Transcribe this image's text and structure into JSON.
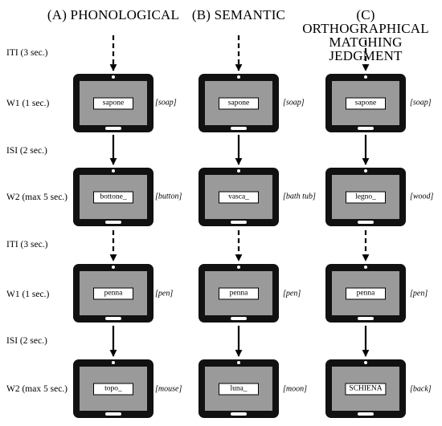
{
  "columns": [
    {
      "title_line1": "(A) PHONOLOGICAL",
      "title_line2": ""
    },
    {
      "title_line1": "(B) SEMANTIC",
      "title_line2": ""
    },
    {
      "title_line1": "(C) ORTHOGRAPHICAL",
      "title_line2": "MATCHING JEDGMENT"
    }
  ],
  "row_labels": {
    "iti1": "ITI (3 sec.)",
    "w1a": "W1 (1 sec.)",
    "isi1": "ISI (2 sec.)",
    "w2a": "W2 (max 5 sec.)",
    "iti2": "ITI (3 sec.)",
    "w1b": "W1 (1 sec.)",
    "isi2": "ISI (2 sec.)",
    "w2b": "W2 (max 5 sec.)"
  },
  "screens": {
    "a": [
      {
        "word": "sapone",
        "gloss": "[soap]"
      },
      {
        "word": "bottone_",
        "gloss": "[button]"
      },
      {
        "word": "penna",
        "gloss": "[pen]"
      },
      {
        "word": "topo_",
        "gloss": "[mouse]"
      }
    ],
    "b": [
      {
        "word": "sapone",
        "gloss": "[soap]"
      },
      {
        "word": "vasca_",
        "gloss": "[bath tub]"
      },
      {
        "word": "penna",
        "gloss": "[pen]"
      },
      {
        "word": "luna_",
        "gloss": "[moon]"
      }
    ],
    "c": [
      {
        "word": "sapone",
        "gloss": "[soap]"
      },
      {
        "word": "legno_",
        "gloss": "[wood]"
      },
      {
        "word": "penna",
        "gloss": "[pen]"
      },
      {
        "word": "SCHIENA",
        "gloss": "[back]"
      }
    ]
  }
}
